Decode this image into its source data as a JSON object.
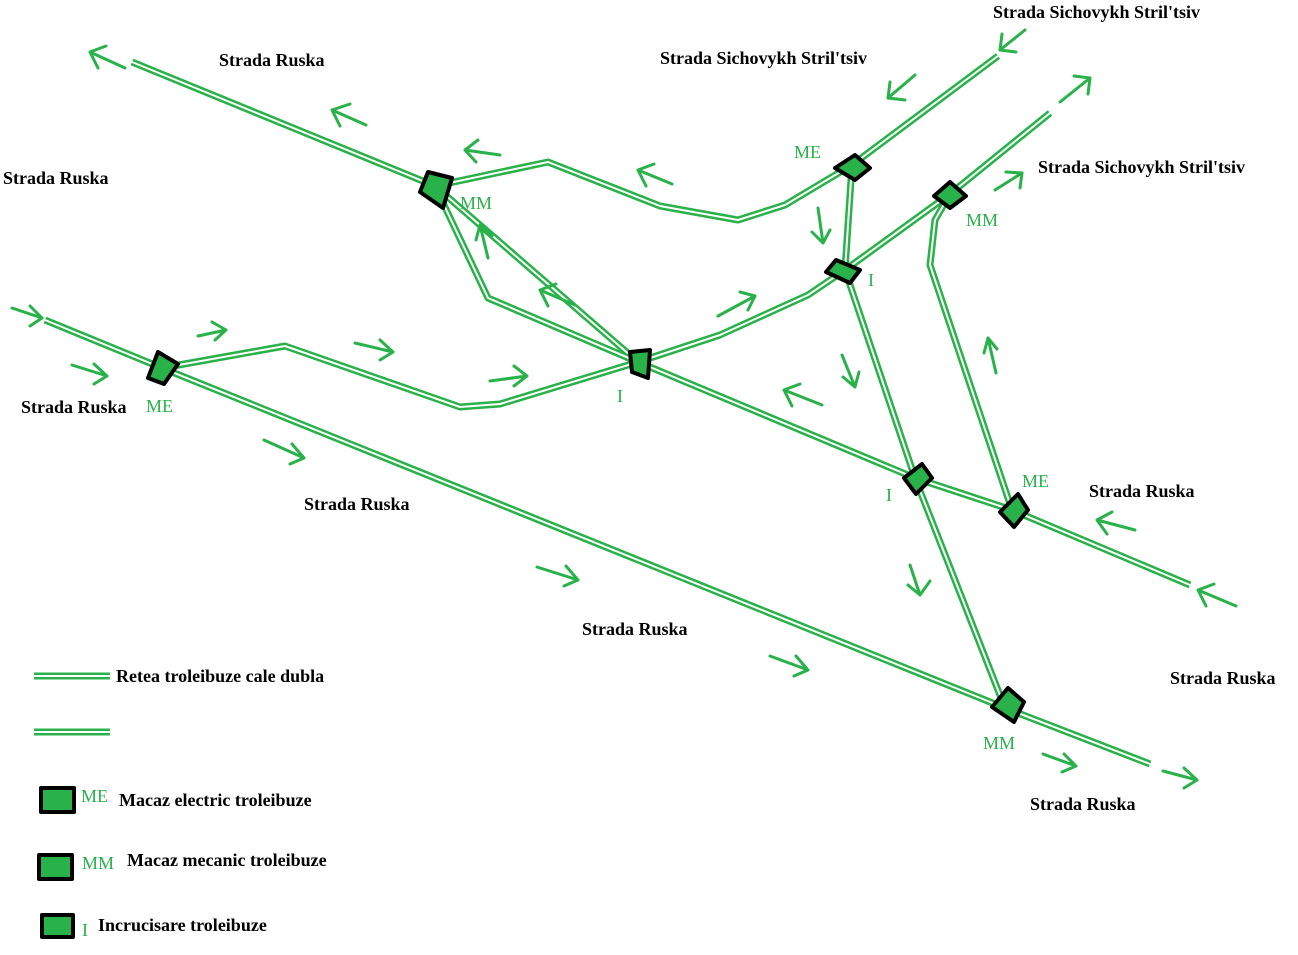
{
  "colors": {
    "wire": "#29b14a",
    "node_outline": "#000000",
    "text": "#000000"
  },
  "street_labels": {
    "ruska_top": "Strada Ruska",
    "ruska_left": "Strada Ruska",
    "ruska_mid_left": "Strada Ruska",
    "ruska_center_a": "Strada Ruska",
    "ruska_center_b": "Strada Ruska",
    "ruska_right": "Strada Ruska",
    "ruska_far_right": "Strada Ruska",
    "ruska_bottom_right": "Strada Ruska",
    "sich_top_right": "Strada Sichovykh Stril'tsiv",
    "sich_top_mid": "Strada Sichovykh Stril'tsiv",
    "sich_right": "Strada Sichovykh Stril'tsiv"
  },
  "node_codes": {
    "mm_top": "MM",
    "me_top": "ME",
    "mm_right": "MM",
    "i_upper": "I",
    "me_left": "ME",
    "i_center": "I",
    "i_lower": "I",
    "me_right": "ME",
    "mm_bottom": "MM"
  },
  "legend": {
    "double_line": "Retea troleibuze cale dubla",
    "electric_switch_code": "ME",
    "electric_switch": "Macaz electric troleibuze",
    "mechanical_switch_code": "MM",
    "mechanical_switch": "Macaz mecanic troleibuze",
    "crossing_code": "I",
    "crossing": "Incrucisare troleibuze"
  }
}
